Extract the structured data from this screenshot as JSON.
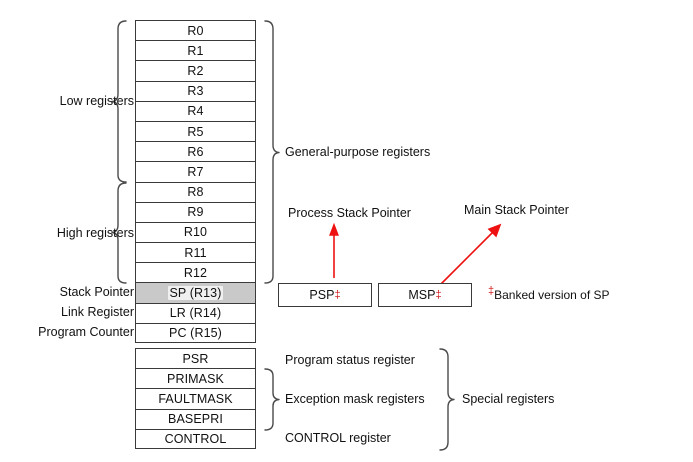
{
  "diagram": {
    "title": "ARM Cortex-M register set",
    "accent_color": "#d22020",
    "shaded_color": "#c9c9c9",
    "line_color": "#3a3a3a"
  },
  "general_purpose_registers": [
    {
      "name": "R0"
    },
    {
      "name": "R1"
    },
    {
      "name": "R2"
    },
    {
      "name": "R3"
    },
    {
      "name": "R4"
    },
    {
      "name": "R5"
    },
    {
      "name": "R6"
    },
    {
      "name": "R7"
    },
    {
      "name": "R8"
    },
    {
      "name": "R9"
    },
    {
      "name": "R10"
    },
    {
      "name": "R11"
    },
    {
      "name": "R12"
    },
    {
      "name": "SP (R13)"
    },
    {
      "name": "LR (R14)"
    },
    {
      "name": "PC (R15)"
    }
  ],
  "special_registers": [
    {
      "name": "PSR"
    },
    {
      "name": "PRIMASK"
    },
    {
      "name": "FAULTMASK"
    },
    {
      "name": "BASEPRI"
    },
    {
      "name": "CONTROL"
    }
  ],
  "left_labels": {
    "low_registers": "Low registers",
    "high_registers": "High registers",
    "stack_pointer": "Stack Pointer",
    "link_register": "Link Register",
    "program_counter": "Program Counter"
  },
  "right_labels": {
    "general_purpose": "General-purpose registers",
    "program_status": "Program status register",
    "exception_mask": "Exception mask registers",
    "control_register": "CONTROL register",
    "special_registers": "Special registers"
  },
  "stack_pointers": {
    "psp": {
      "label": "PSP",
      "marker": "‡",
      "annotation": "Process Stack Pointer"
    },
    "msp": {
      "label": "MSP",
      "marker": "‡",
      "annotation": "Main Stack Pointer"
    },
    "footnote": {
      "marker": "‡",
      "text": "Banked version of SP"
    }
  }
}
